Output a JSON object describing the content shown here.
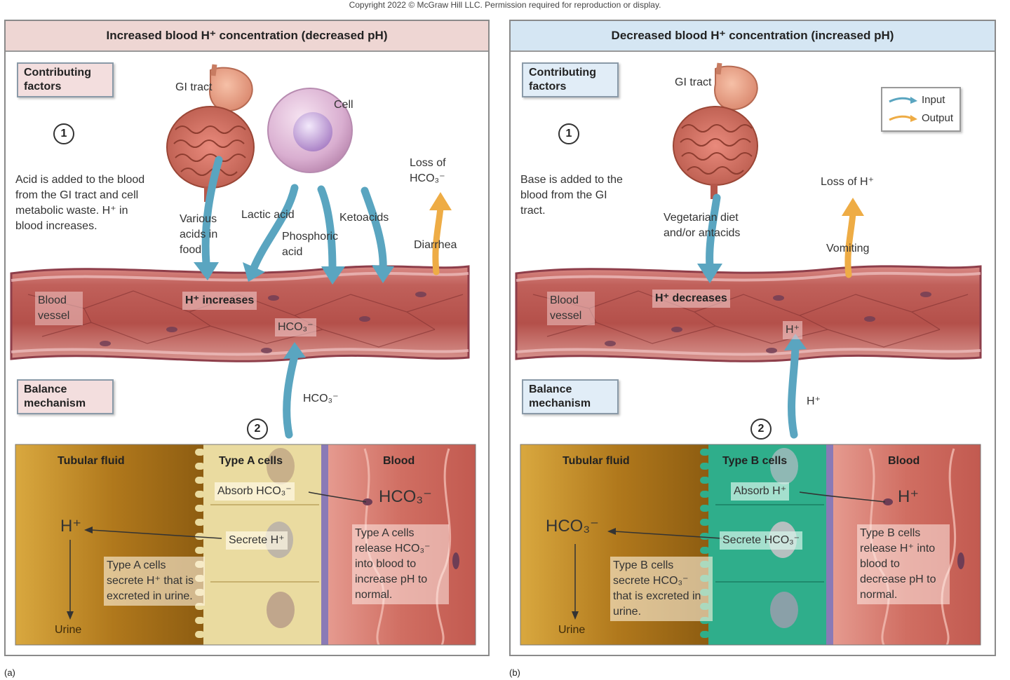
{
  "copyright": "Copyright 2022 © McGraw Hill LLC. Permission required for reproduction or display.",
  "colors": {
    "input_arrow": "#5aa5c0",
    "output_arrow": "#eeac45",
    "panel_a_header": "#eed6d3",
    "panel_b_header": "#d5e6f3",
    "vessel": "#b9534c",
    "type_a_cells": "#eadba0",
    "type_b_cells": "#2fae8b"
  },
  "icons": [
    "input-arrow-icon",
    "output-arrow-icon",
    "step-number-icon"
  ],
  "legend": {
    "input": "Input",
    "output": "Output"
  },
  "panel_a": {
    "letter": "(a)",
    "title": "Increased blood H⁺ concentration (decreased pH)",
    "contributing": "Contributing factors",
    "step1": "1",
    "step1_text": "Acid is added to the blood from the GI tract and cell metabolic waste. H⁺ in blood increases.",
    "gi_tract": "GI tract",
    "cell": "Cell",
    "various_acids": "Various acids in food",
    "lactic_acid": "Lactic acid",
    "phosphoric_acid": "Phosphoric acid",
    "ketoacids": "Ketoacids",
    "loss": "Loss of HCO₃⁻",
    "diarrhea": "Diarrhea",
    "blood_vessel": "Blood vessel",
    "h_increases": "H⁺ increases",
    "hco3_in_vessel": "HCO₃⁻",
    "hco3_arrow": "HCO₃⁻",
    "balance": "Balance mechanism",
    "step2": "2",
    "tubular_fluid": "Tubular fluid",
    "cells_header": "Type A cells",
    "blood": "Blood",
    "absorb": "Absorb HCO₃⁻",
    "absorbed_ion": "HCO₃⁻",
    "secrete": "Secrete H⁺",
    "secreted_ion": "H⁺",
    "urine": "Urine",
    "excretion_note": "Type A cells secrete H⁺ that is excreted in urine.",
    "release_note": "Type A cells release HCO₃⁻ into blood to increase pH to normal."
  },
  "panel_b": {
    "letter": "(b)",
    "title": "Decreased blood H⁺ concentration (increased pH)",
    "contributing": "Contributing factors",
    "step1": "1",
    "step1_text": "Base is added to the blood from the GI tract.",
    "gi_tract": "GI tract",
    "diet": "Vegetarian diet and/or antacids",
    "loss": "Loss of H⁺",
    "vomiting": "Vomiting",
    "blood_vessel": "Blood vessel",
    "h_decreases": "H⁺ decreases",
    "h_in_vessel": "H⁺",
    "h_arrow": "H⁺",
    "balance": "Balance mechanism",
    "step2": "2",
    "tubular_fluid": "Tubular fluid",
    "cells_header": "Type B cells",
    "blood": "Blood",
    "absorb": "Absorb H⁺",
    "absorbed_ion": "H⁺",
    "secrete": "Secrete HCO₃⁻",
    "secreted_ion": "HCO₃⁻",
    "urine": "Urine",
    "excretion_note": "Type B cells secrete HCO₃⁻ that is excreted in urine.",
    "release_note": "Type B cells release H⁺ into blood to decrease pH to normal."
  }
}
